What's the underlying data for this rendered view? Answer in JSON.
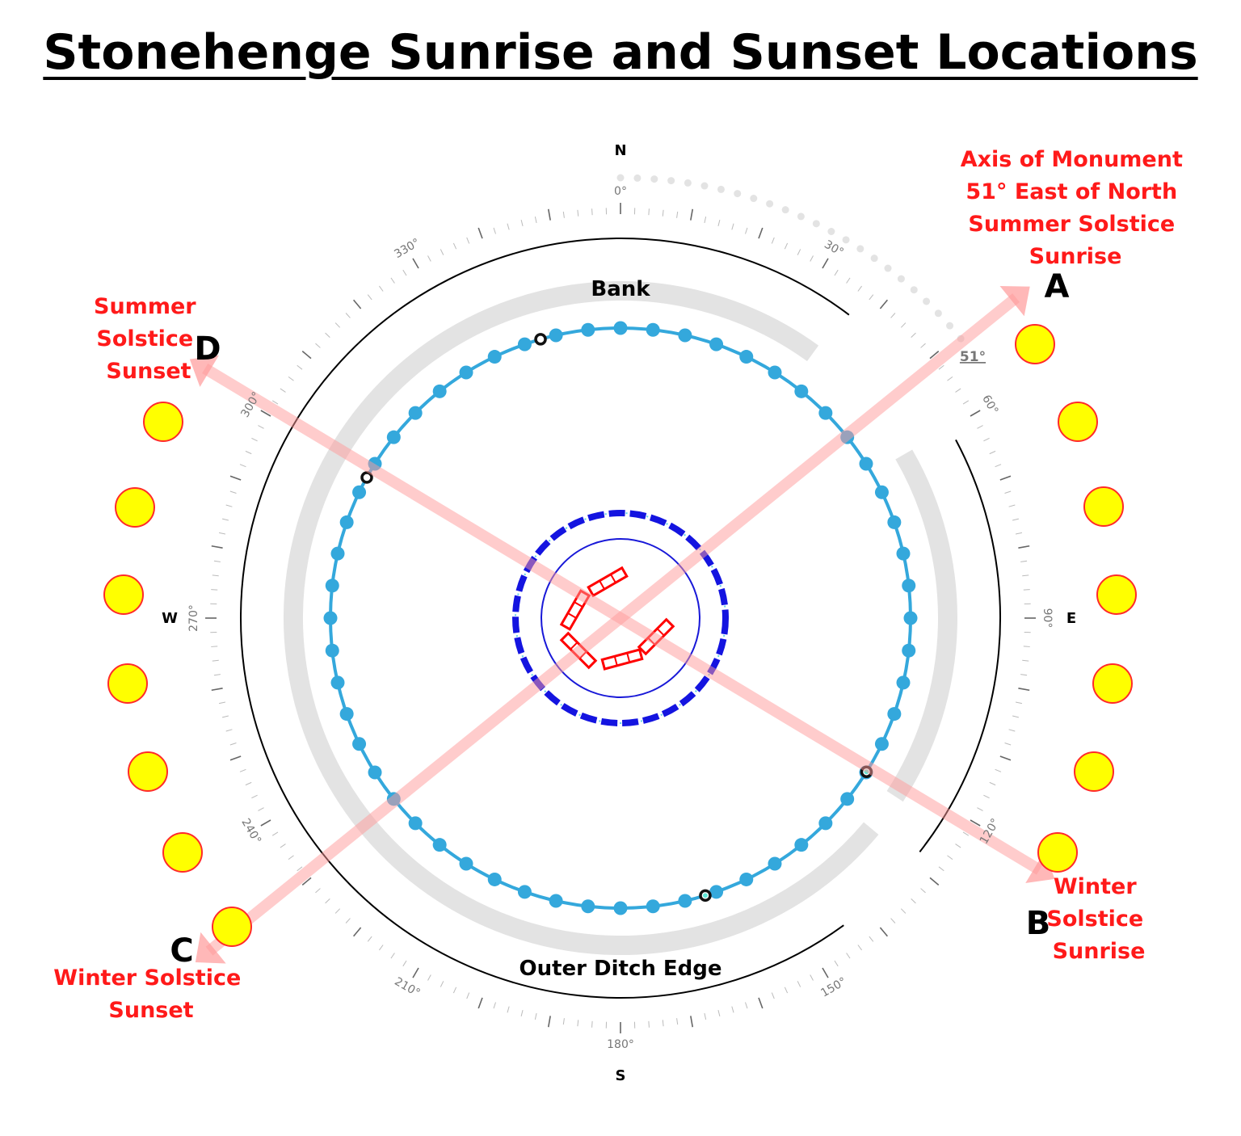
{
  "title": "Stonehenge Sunrise and Sunset Locations",
  "compass": {
    "north": "N",
    "south": "S",
    "east": "E",
    "west": "W",
    "degree_labels": [
      "0°",
      "30°",
      "60°",
      "90°",
      "120°",
      "150°",
      "180°",
      "210°",
      "240°",
      "270°",
      "300°",
      "330°"
    ],
    "axis_angle_label": "51°"
  },
  "labels": {
    "bank": "Bank",
    "outer_ditch_edge": "Outer Ditch Edge"
  },
  "axes": {
    "A": {
      "letter": "A",
      "bearing": 51,
      "lines": [
        "Axis of Monument",
        "51° East of North",
        "Summer Solstice",
        "Sunrise"
      ]
    },
    "B": {
      "letter": "B",
      "bearing": 121,
      "lines": [
        "Winter",
        "Solstice",
        "Sunrise"
      ]
    },
    "C": {
      "letter": "C",
      "bearing": 231,
      "lines": [
        "Winter Solstice",
        "Sunset"
      ]
    },
    "D": {
      "letter": "D",
      "bearing": 301,
      "lines": [
        "Summer",
        "Solstice",
        "Sunset"
      ]
    }
  },
  "colors": {
    "axis_line": "#ffb3b3",
    "sun_fill": "#ffff00",
    "sun_stroke": "#ff2a2a",
    "aubrey_holes": "#34a8dc",
    "bank": "#e3e3e3",
    "inner_ring": "#1010d0",
    "stones": "#ff0000",
    "label_red": "#ff1a1a"
  }
}
